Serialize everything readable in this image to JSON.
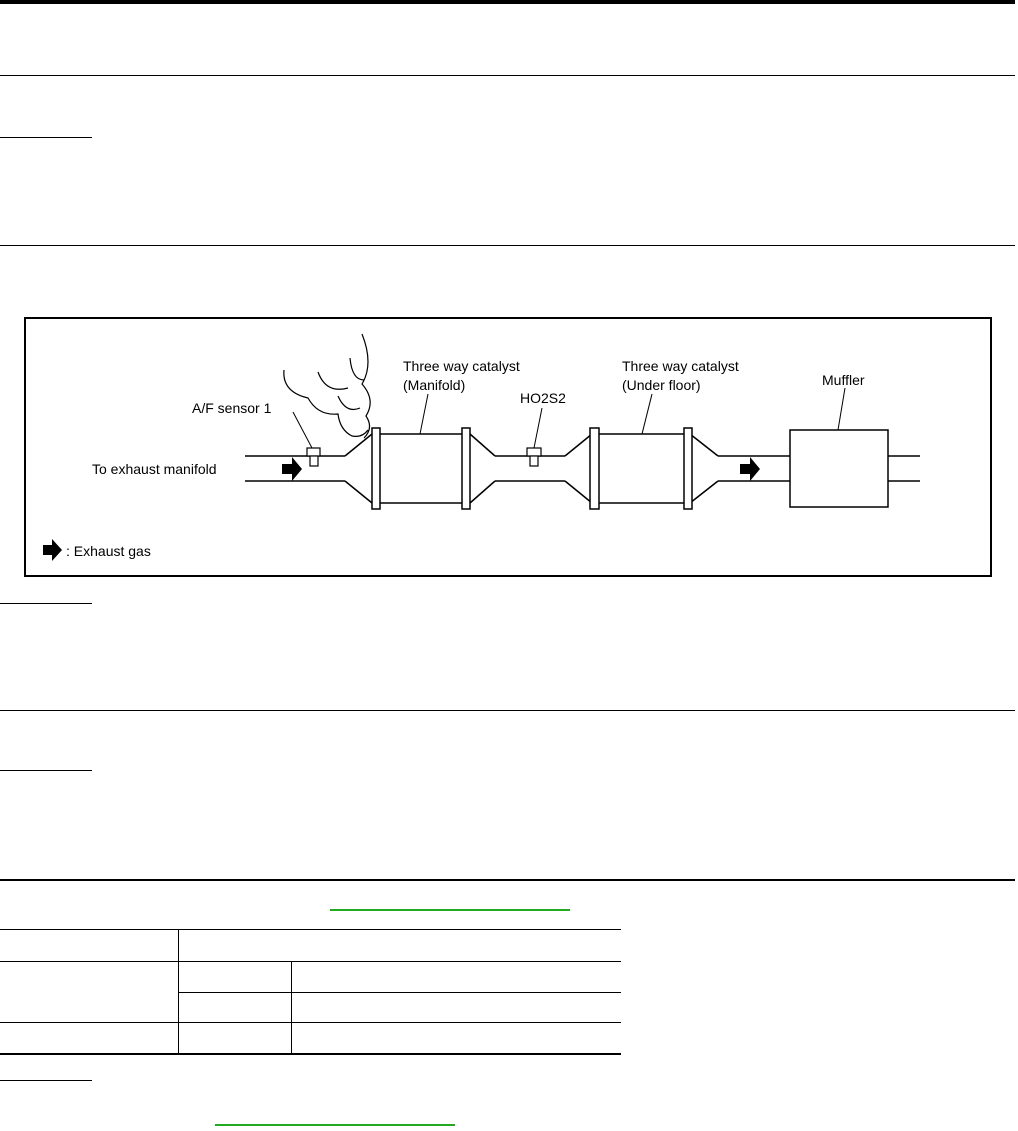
{
  "diagram": {
    "labels": {
      "af_sensor": "A/F sensor 1",
      "to_manifold": "To exhaust manifold",
      "catalyst_manifold_line1": "Three way catalyst",
      "catalyst_manifold_line2": "(Manifold)",
      "ho2s2": "HO2S2",
      "catalyst_underfloor_line1": "Three way catalyst",
      "catalyst_underfloor_line2": "(Under floor)",
      "muffler": "Muffler",
      "legend_exhaust_gas": ": Exhaust gas"
    },
    "colors": {
      "stroke": "#000000",
      "link": "#22aa22"
    },
    "icons": [
      "exhaust-flow-arrow-icon",
      "exhaust-gas-cloud-icon"
    ]
  }
}
